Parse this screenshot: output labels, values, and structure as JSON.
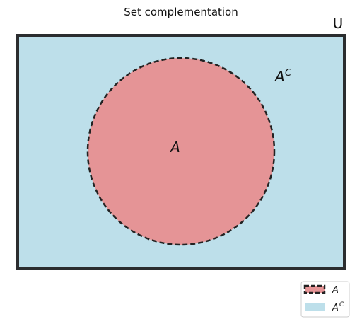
{
  "diagram": {
    "title": "Set complementation",
    "universe_label": "U",
    "set_label": "A",
    "complement_label": "A",
    "complement_superscript": "C"
  },
  "legend": {
    "items": [
      {
        "label": "A",
        "superscript": ""
      },
      {
        "label": "A",
        "superscript": "C"
      }
    ]
  },
  "colors": {
    "universe_fill": "#bddfea",
    "set_fill": "#e59496",
    "border": "#2b2d2f",
    "dash_stroke": "#222222"
  }
}
